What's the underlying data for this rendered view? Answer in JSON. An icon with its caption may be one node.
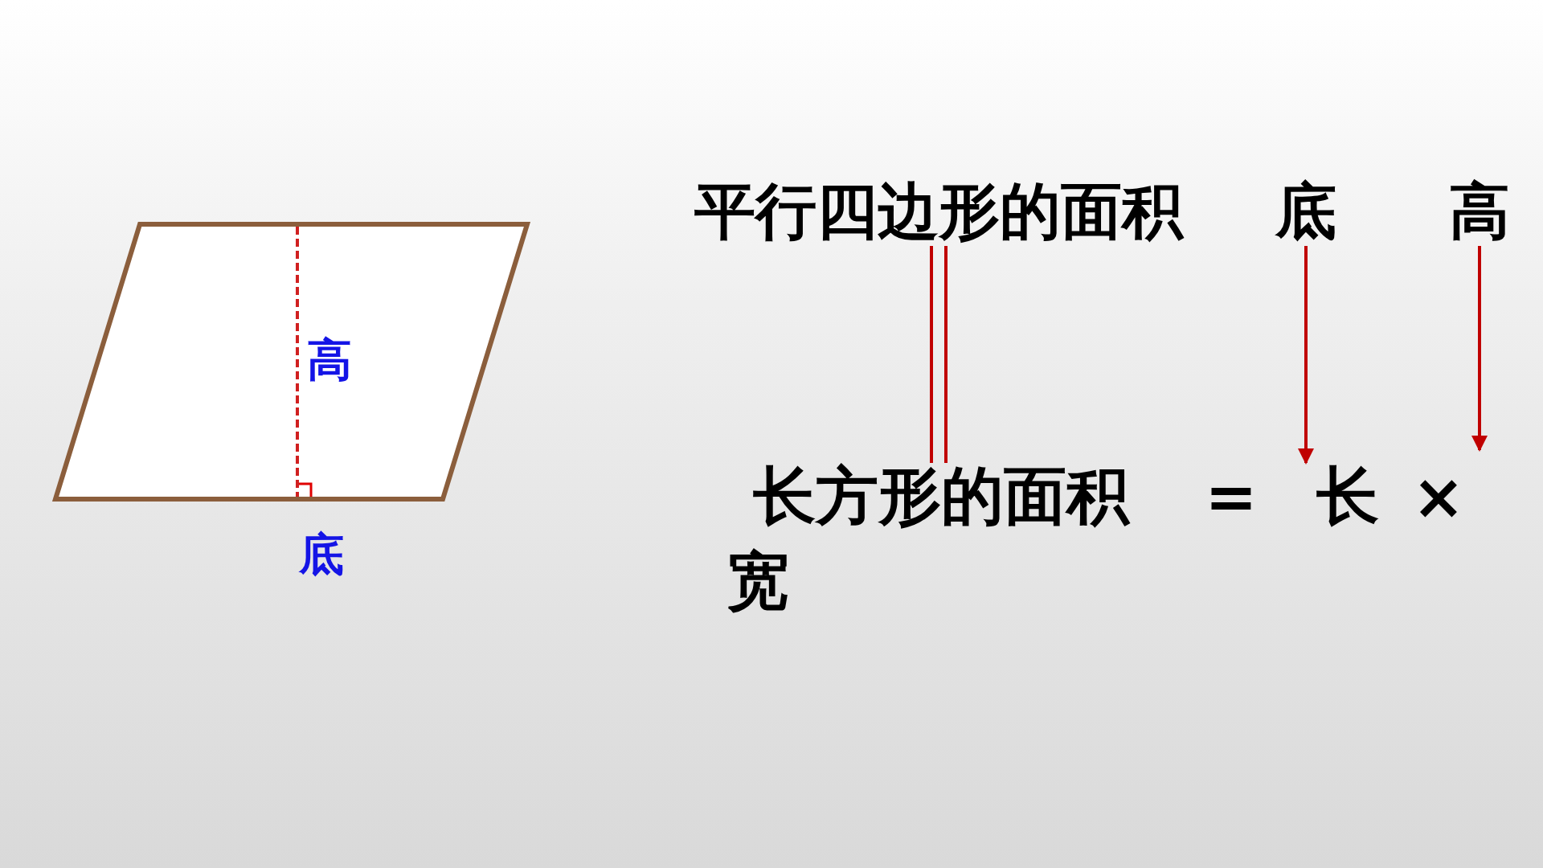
{
  "diagram": {
    "nodes": [
      {
        "text": [
          "高",
          "底"
        ]
      },
      {
        "text": [
          "平行四边形的面积"
        ]
      },
      {
        "text": [
          "底"
        ]
      },
      {
        "text": [
          "高"
        ]
      },
      {
        "text": [
          "长方形的面积"
        ]
      },
      {
        "text": [
          "长"
        ]
      },
      {
        "text": [
          "宽"
        ]
      }
    ],
    "edges": [
      {
        "from": 1,
        "to": 4,
        "arrow": "none"
      },
      {
        "from": 2,
        "to": 5,
        "arrow": "to"
      },
      {
        "from": 3,
        "to": null,
        "arrow": "to"
      }
    ],
    "labels": [
      "=",
      "×"
    ]
  }
}
